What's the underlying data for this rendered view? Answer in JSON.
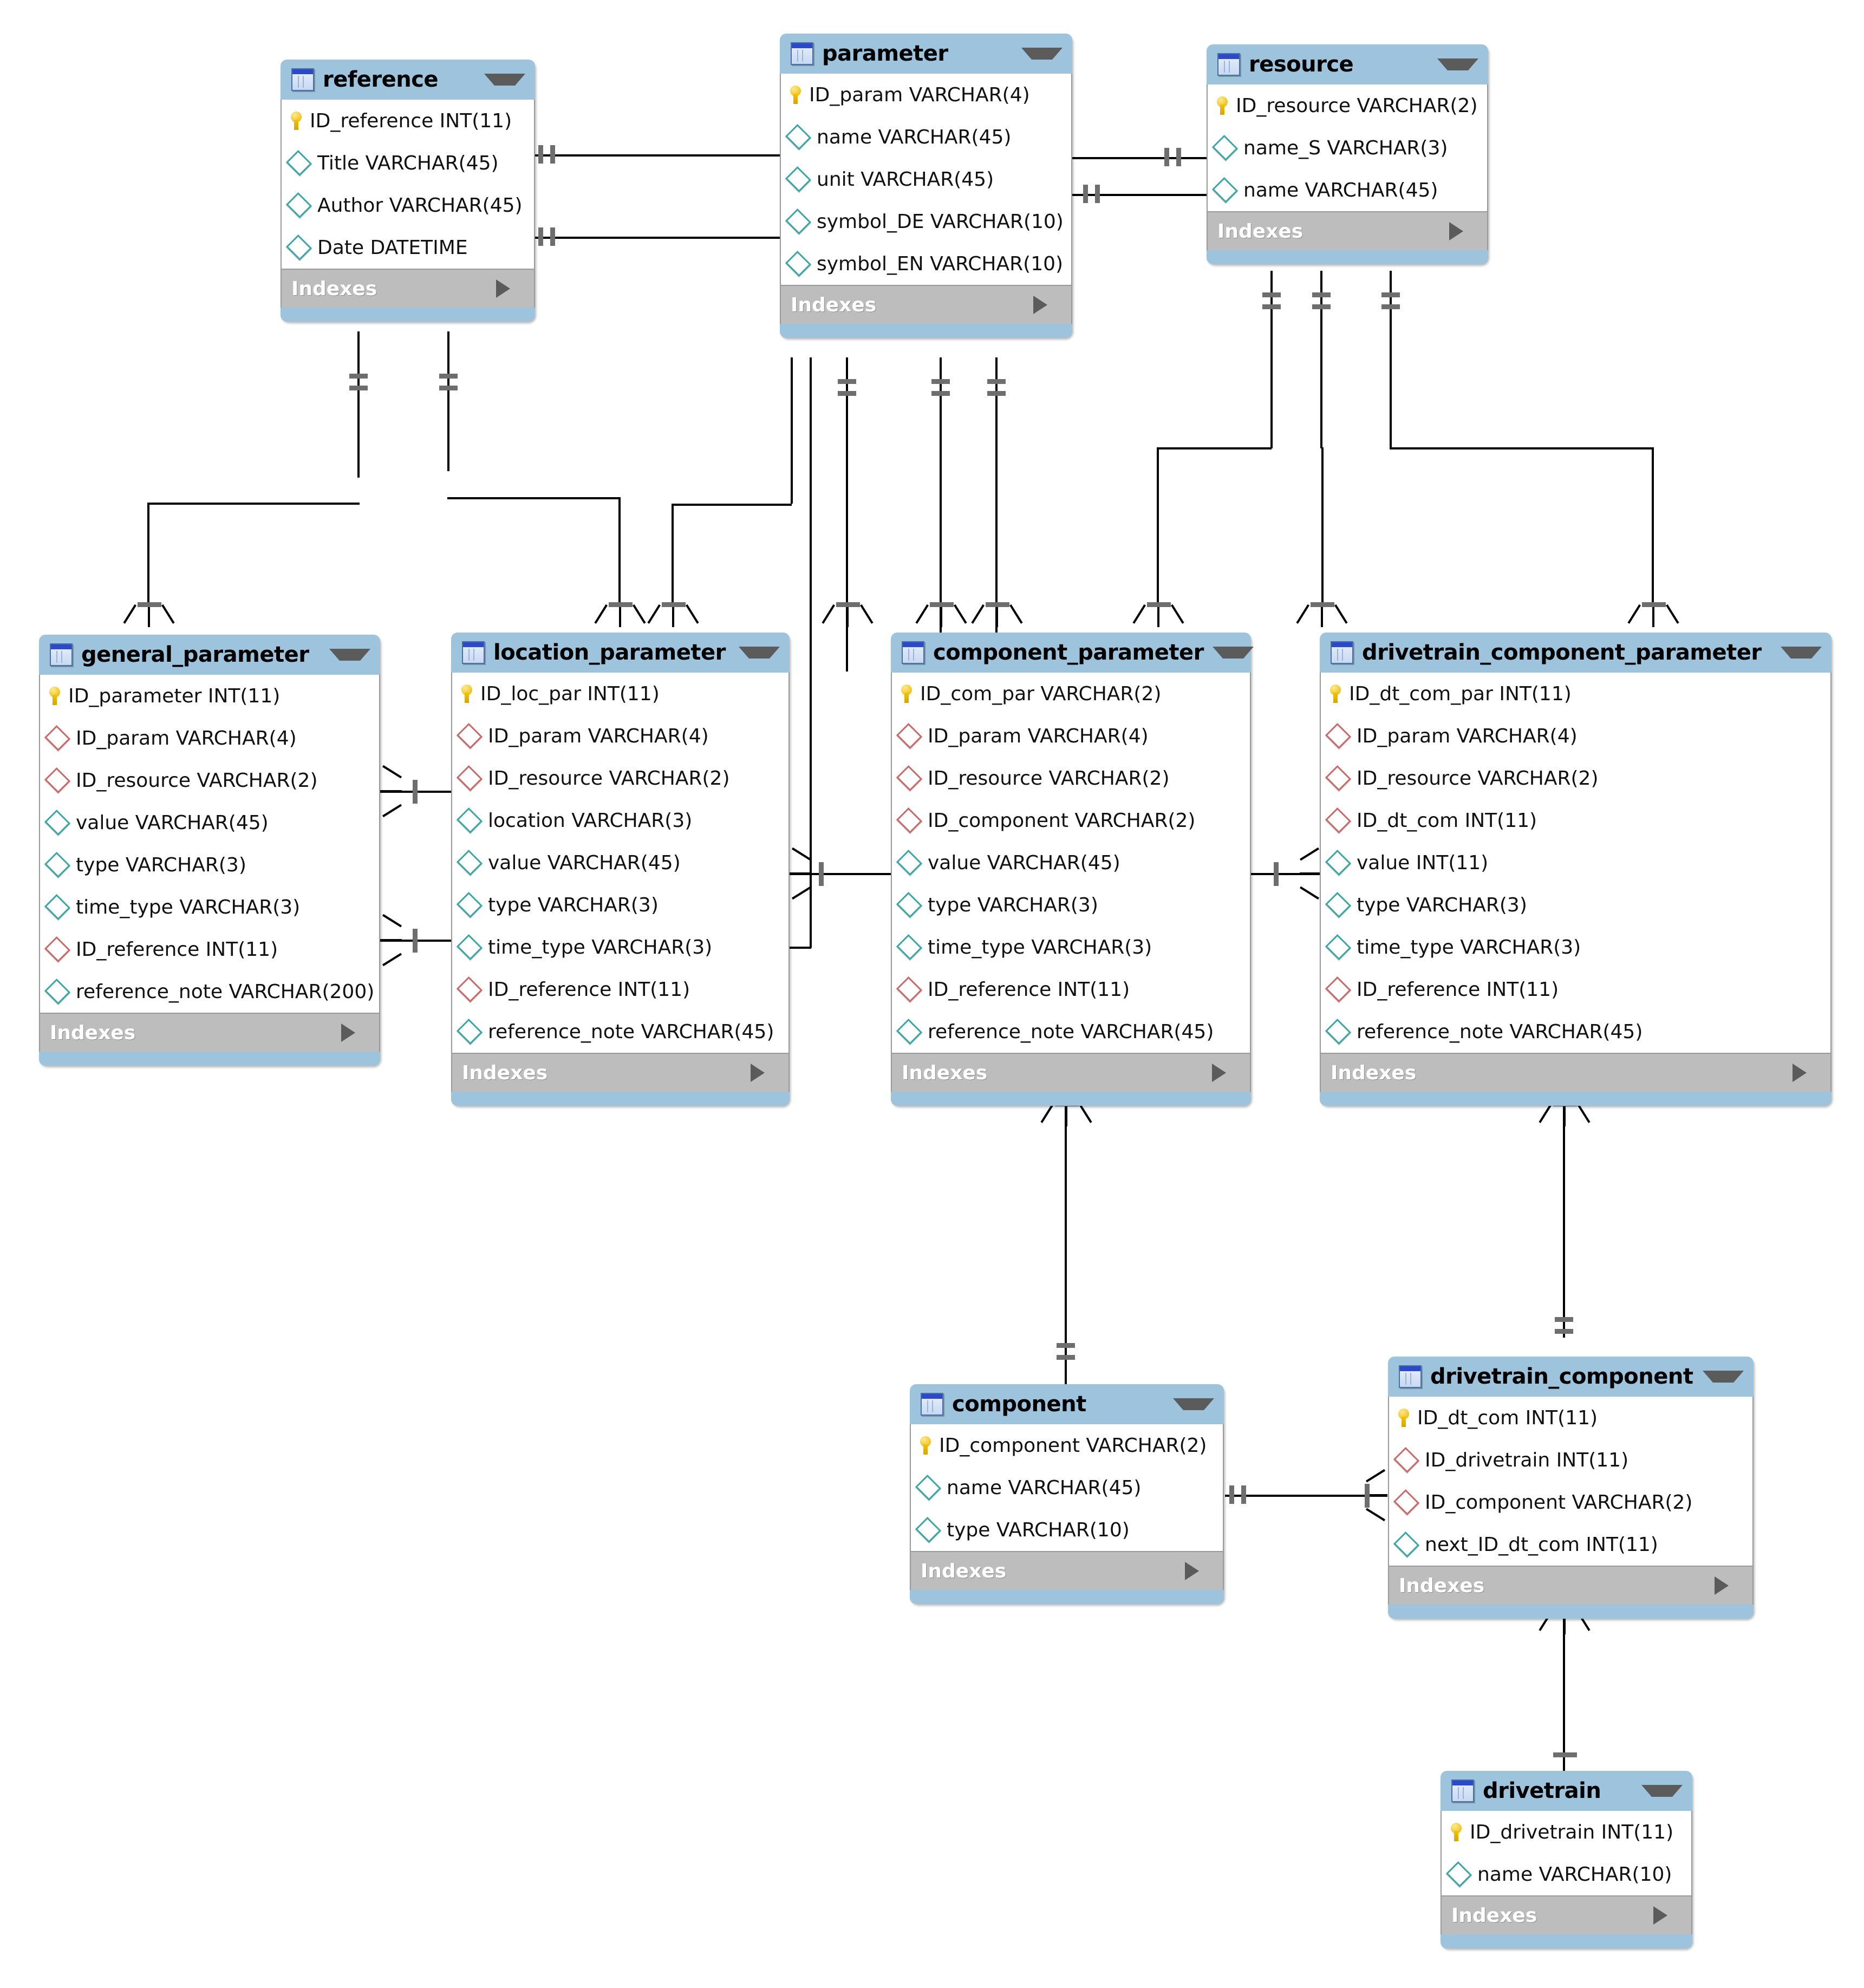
{
  "diagram": {
    "kind": "eer-diagram",
    "notation": "crows-foot",
    "indexes_label": "Indexes",
    "colors": {
      "header": "#9dc3dd",
      "body": "#ffffff",
      "indexes_bar": "#bdbdbd",
      "border": "#9a9a9a",
      "pk_icon": "#e8b400",
      "column_icon_teal": "#3aa6a6",
      "column_icon_red": "#c96a6a",
      "connector": "#000000"
    }
  },
  "tables": [
    {
      "id": "reference",
      "name": "reference",
      "columns": [
        {
          "icon": "key-icon",
          "label": "ID_reference INT(11)"
        },
        {
          "icon": "diamond-teal-icon",
          "label": "Title VARCHAR(45)"
        },
        {
          "icon": "diamond-teal-icon",
          "label": "Author VARCHAR(45)"
        },
        {
          "icon": "diamond-teal-icon",
          "label": "Date DATETIME"
        }
      ]
    },
    {
      "id": "parameter",
      "name": "parameter",
      "columns": [
        {
          "icon": "key-icon",
          "label": "ID_param VARCHAR(4)"
        },
        {
          "icon": "diamond-teal-icon",
          "label": "name VARCHAR(45)"
        },
        {
          "icon": "diamond-teal-icon",
          "label": "unit VARCHAR(45)"
        },
        {
          "icon": "diamond-teal-icon",
          "label": "symbol_DE VARCHAR(10)"
        },
        {
          "icon": "diamond-teal-icon",
          "label": "symbol_EN VARCHAR(10)"
        }
      ]
    },
    {
      "id": "resource",
      "name": "resource",
      "columns": [
        {
          "icon": "key-icon",
          "label": "ID_resource VARCHAR(2)"
        },
        {
          "icon": "diamond-teal-icon",
          "label": "name_S VARCHAR(3)"
        },
        {
          "icon": "diamond-teal-icon",
          "label": "name VARCHAR(45)"
        }
      ]
    },
    {
      "id": "general_parameter",
      "name": "general_parameter",
      "columns": [
        {
          "icon": "key-icon",
          "label": "ID_parameter INT(11)"
        },
        {
          "icon": "diamond-red-icon",
          "label": "ID_param VARCHAR(4)"
        },
        {
          "icon": "diamond-red-icon",
          "label": "ID_resource VARCHAR(2)"
        },
        {
          "icon": "diamond-teal-icon",
          "label": "value VARCHAR(45)"
        },
        {
          "icon": "diamond-teal-icon",
          "label": "type VARCHAR(3)"
        },
        {
          "icon": "diamond-teal-icon",
          "label": "time_type VARCHAR(3)"
        },
        {
          "icon": "diamond-red-icon",
          "label": "ID_reference INT(11)"
        },
        {
          "icon": "diamond-teal-icon",
          "label": "reference_note VARCHAR(200)"
        }
      ]
    },
    {
      "id": "location_parameter",
      "name": "location_parameter",
      "columns": [
        {
          "icon": "key-icon",
          "label": "ID_loc_par INT(11)"
        },
        {
          "icon": "diamond-red-icon",
          "label": "ID_param VARCHAR(4)"
        },
        {
          "icon": "diamond-red-icon",
          "label": "ID_resource VARCHAR(2)"
        },
        {
          "icon": "diamond-teal-icon",
          "label": "location VARCHAR(3)"
        },
        {
          "icon": "diamond-teal-icon",
          "label": "value VARCHAR(45)"
        },
        {
          "icon": "diamond-teal-icon",
          "label": "type VARCHAR(3)"
        },
        {
          "icon": "diamond-teal-icon",
          "label": "time_type VARCHAR(3)"
        },
        {
          "icon": "diamond-red-icon",
          "label": "ID_reference INT(11)"
        },
        {
          "icon": "diamond-teal-icon",
          "label": "reference_note VARCHAR(45)"
        }
      ]
    },
    {
      "id": "component_parameter",
      "name": "component_parameter",
      "columns": [
        {
          "icon": "key-icon",
          "label": "ID_com_par VARCHAR(2)"
        },
        {
          "icon": "diamond-red-icon",
          "label": "ID_param VARCHAR(4)"
        },
        {
          "icon": "diamond-red-icon",
          "label": "ID_resource VARCHAR(2)"
        },
        {
          "icon": "diamond-red-icon",
          "label": "ID_component VARCHAR(2)"
        },
        {
          "icon": "diamond-teal-icon",
          "label": "value VARCHAR(45)"
        },
        {
          "icon": "diamond-teal-icon",
          "label": "type VARCHAR(3)"
        },
        {
          "icon": "diamond-teal-icon",
          "label": "time_type VARCHAR(3)"
        },
        {
          "icon": "diamond-red-icon",
          "label": "ID_reference INT(11)"
        },
        {
          "icon": "diamond-teal-icon",
          "label": "reference_note VARCHAR(45)"
        }
      ]
    },
    {
      "id": "drivetrain_component_parameter",
      "name": "drivetrain_component_parameter",
      "columns": [
        {
          "icon": "key-icon",
          "label": "ID_dt_com_par INT(11)"
        },
        {
          "icon": "diamond-red-icon",
          "label": "ID_param VARCHAR(4)"
        },
        {
          "icon": "diamond-red-icon",
          "label": "ID_resource VARCHAR(2)"
        },
        {
          "icon": "diamond-red-icon",
          "label": "ID_dt_com INT(11)"
        },
        {
          "icon": "diamond-teal-icon",
          "label": "value INT(11)"
        },
        {
          "icon": "diamond-teal-icon",
          "label": "type VARCHAR(3)"
        },
        {
          "icon": "diamond-teal-icon",
          "label": "time_type VARCHAR(3)"
        },
        {
          "icon": "diamond-red-icon",
          "label": "ID_reference INT(11)"
        },
        {
          "icon": "diamond-teal-icon",
          "label": "reference_note VARCHAR(45)"
        }
      ]
    },
    {
      "id": "component",
      "name": "component",
      "columns": [
        {
          "icon": "key-icon",
          "label": "ID_component VARCHAR(2)"
        },
        {
          "icon": "diamond-teal-icon",
          "label": "name VARCHAR(45)"
        },
        {
          "icon": "diamond-teal-icon",
          "label": "type VARCHAR(10)"
        }
      ]
    },
    {
      "id": "drivetrain_component",
      "name": "drivetrain_component",
      "columns": [
        {
          "icon": "key-icon",
          "label": "ID_dt_com INT(11)"
        },
        {
          "icon": "diamond-red-icon",
          "label": "ID_drivetrain INT(11)"
        },
        {
          "icon": "diamond-red-icon",
          "label": "ID_component VARCHAR(2)"
        },
        {
          "icon": "diamond-teal-icon",
          "label": "next_ID_dt_com INT(11)"
        }
      ]
    },
    {
      "id": "drivetrain",
      "name": "drivetrain",
      "columns": [
        {
          "icon": "key-icon",
          "label": "ID_drivetrain INT(11)"
        },
        {
          "icon": "diamond-teal-icon",
          "label": "name VARCHAR(10)"
        }
      ]
    }
  ],
  "relationships": [
    {
      "from": "parameter",
      "to": "reference",
      "from_card": "one",
      "to_card": "one"
    },
    {
      "from": "parameter",
      "to": "resource",
      "from_card": "one",
      "to_card": "one"
    },
    {
      "from": "reference",
      "to": "general_parameter",
      "from_card": "one",
      "to_card": "many"
    },
    {
      "from": "reference",
      "to": "location_parameter",
      "from_card": "one",
      "to_card": "many"
    },
    {
      "from": "parameter",
      "to": "general_parameter",
      "from_card": "one",
      "to_card": "many"
    },
    {
      "from": "parameter",
      "to": "location_parameter",
      "from_card": "one",
      "to_card": "many"
    },
    {
      "from": "parameter",
      "to": "component_parameter",
      "from_card": "one",
      "to_card": "many"
    },
    {
      "from": "parameter",
      "to": "drivetrain_component_parameter",
      "from_card": "one",
      "to_card": "many"
    },
    {
      "from": "resource",
      "to": "general_parameter",
      "from_card": "one",
      "to_card": "many"
    },
    {
      "from": "resource",
      "to": "location_parameter",
      "from_card": "one",
      "to_card": "many"
    },
    {
      "from": "resource",
      "to": "component_parameter",
      "from_card": "one",
      "to_card": "many"
    },
    {
      "from": "resource",
      "to": "drivetrain_component_parameter",
      "from_card": "one",
      "to_card": "many"
    },
    {
      "from": "component_parameter",
      "to": "component",
      "from_card": "many",
      "to_card": "one"
    },
    {
      "from": "drivetrain_component_parameter",
      "to": "drivetrain_component",
      "from_card": "many",
      "to_card": "one"
    },
    {
      "from": "component",
      "to": "drivetrain_component",
      "from_card": "one",
      "to_card": "many"
    },
    {
      "from": "drivetrain_component",
      "to": "drivetrain",
      "from_card": "many",
      "to_card": "one"
    }
  ]
}
